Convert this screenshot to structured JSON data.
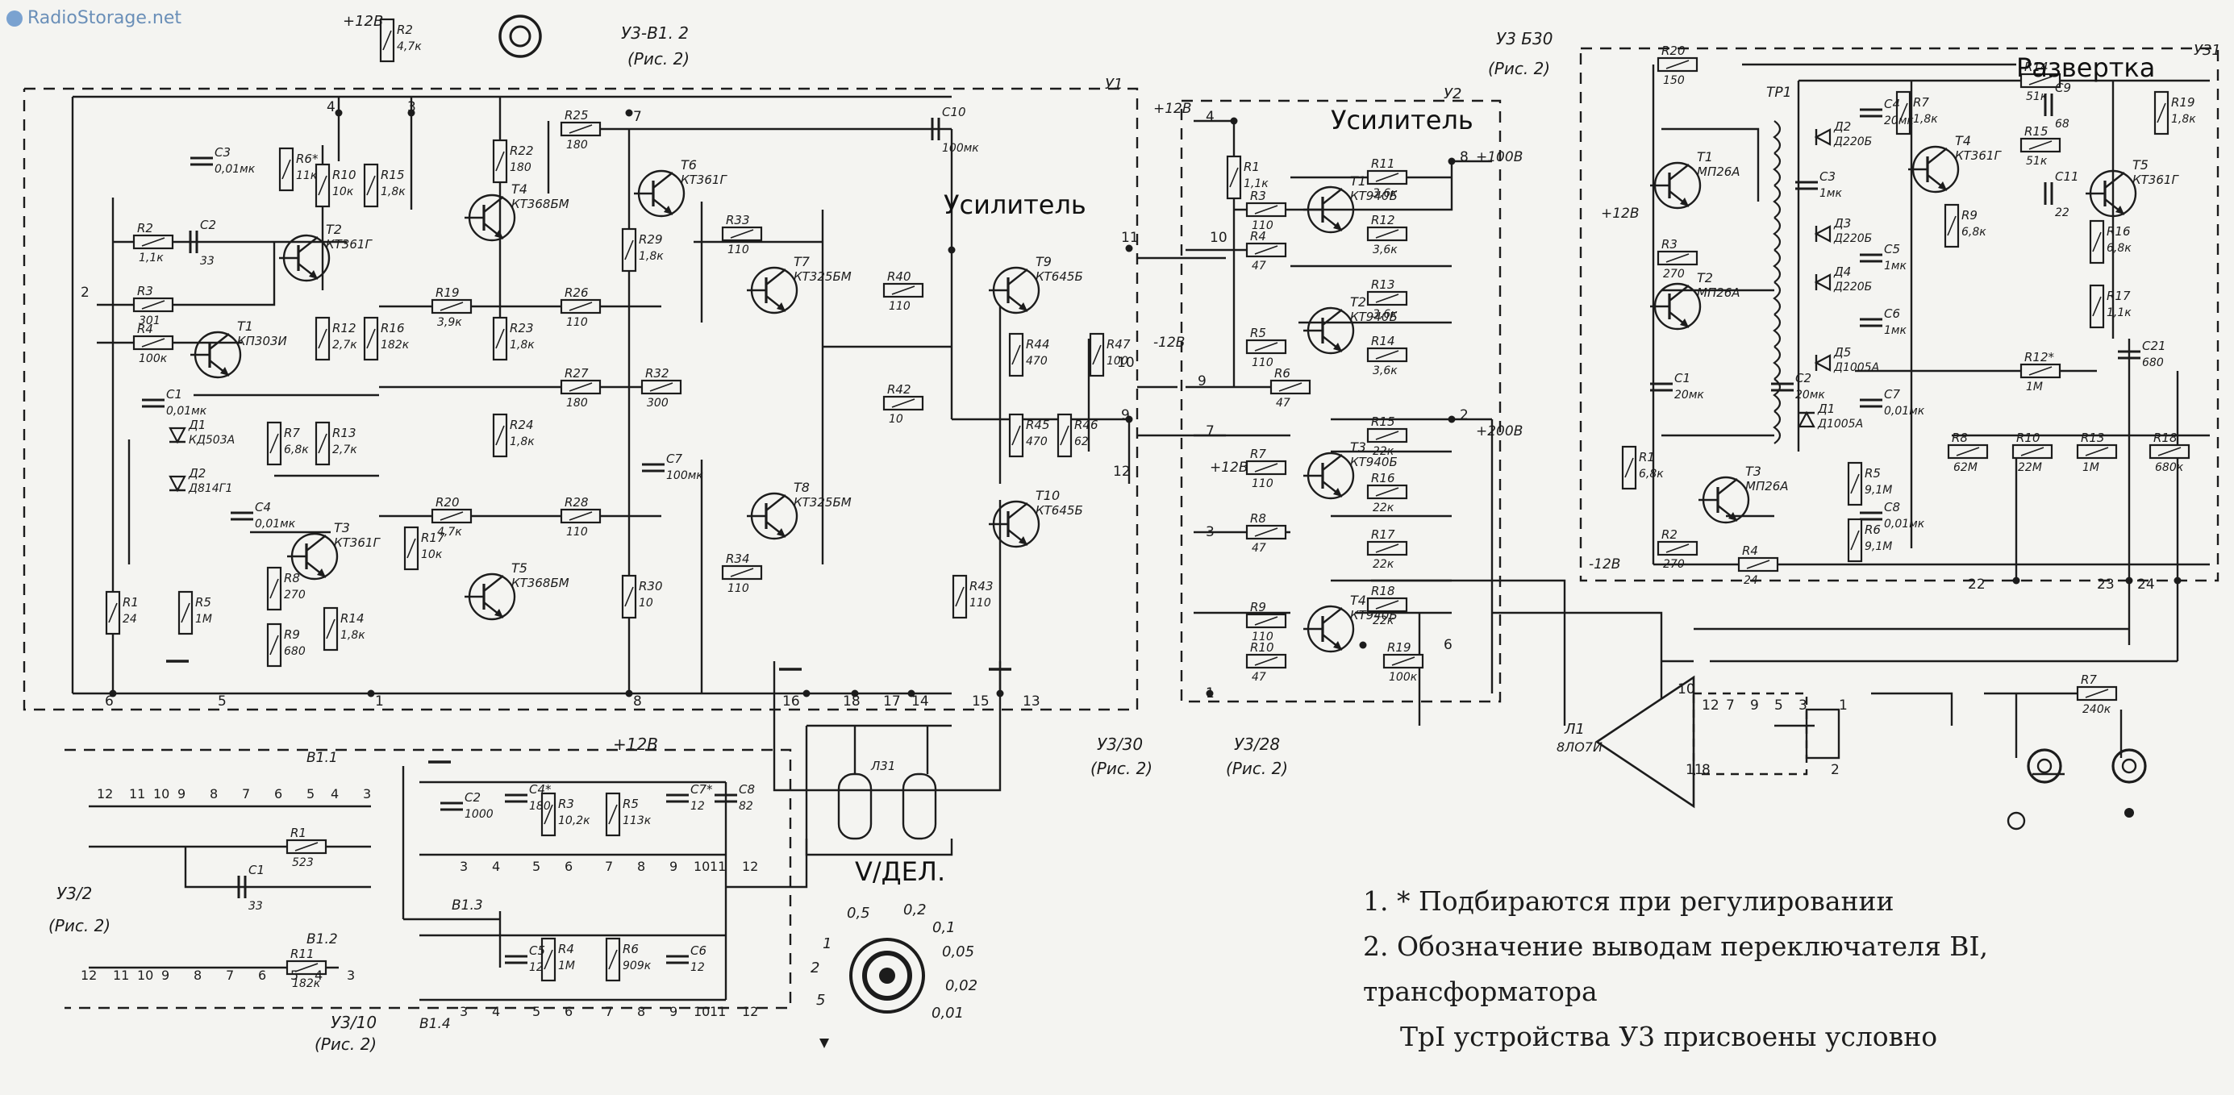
{
  "watermark": {
    "text": "RadioStorage.net",
    "icon": "logo-icon"
  },
  "headings": {
    "amplifier_left": "Усилитель",
    "amplifier_right": "Усилитель",
    "sweep": "Развертка",
    "vdel": "V/ДЕЛ."
  },
  "block_tags": {
    "u1": "У1",
    "u2": "У2",
    "u31": "У31"
  },
  "refs": {
    "top_left": "У3-В1. 2",
    "top_left_fig": "(Рис. 2)",
    "top_right": "У3 Б30",
    "top_right_fig": "(Рис. 2)",
    "u3_30": "У3/30",
    "u3_30_fig": "(Рис. 2)",
    "u3_28": "У3/28",
    "u3_28_fig": "(Рис. 2)",
    "u3_2": "У3/2",
    "u3_2_fig": "(Рис. 2)",
    "u3_10": "У3/10",
    "u3_10_fig": "(Рис. 2)"
  },
  "supplies": {
    "p12_top": "+12В",
    "p12_mid": "+12В",
    "p12_bottom": "+12В",
    "m12": "-12В",
    "p100": "+100В",
    "p200": "+200В",
    "u2_12": "+12В",
    "sw_m12": "-12В",
    "sw_p12": "+12В"
  },
  "components": {
    "R2_top": "R2",
    "R2_top_v": "4,7к",
    "R6": "R6*",
    "R6_v": "11к",
    "R10": "R10",
    "R10_v": "10к",
    "R15": "R15",
    "R15_v": "1,8к",
    "R22": "R22",
    "R22_v": "180",
    "R25": "R25",
    "R25_v": "180",
    "R26": "R26",
    "R26_v": "110",
    "R27": "R27",
    "R27_v": "180",
    "R28": "R28",
    "R28_v": "110",
    "R29": "R29",
    "R29_v": "1,8к",
    "R30": "R30",
    "R30_v": "10",
    "R32": "R32",
    "R32_v": "300",
    "R33": "R33",
    "R33_v": "110",
    "R34": "R34",
    "R34_v": "110",
    "R40": "R40",
    "R40_v": "110",
    "R42": "R42",
    "R42_v": "10",
    "R43": "R43",
    "R43_v": "110",
    "R44": "R44",
    "R44_v": "470",
    "R45": "R45",
    "R45_v": "470",
    "R46": "R46",
    "R46_v": "62",
    "R47": "R47",
    "R47_v": "100",
    "C3": "C3",
    "C3_v": "0,01мк",
    "C2": "C2",
    "C2_v": "33",
    "C1": "C1",
    "C1_v": "0,01мк",
    "C4": "C4",
    "C4_v": "0,01мк",
    "C10": "C10",
    "C10_v": "100мк",
    "C7": "C7",
    "C7_v": "100мк",
    "R2": "R2",
    "R2_v": "1,1к",
    "R3": "R3",
    "R3_v": "301",
    "R4": "R4",
    "R4_v": "100к",
    "R1": "R1",
    "R1_v": "24",
    "R5": "R5",
    "R5_v": "1М",
    "R9": "R9",
    "R9_v": "680",
    "R8": "R8",
    "R8_v": "270",
    "R7": "R7",
    "R7_v": "6,8к",
    "R13": "R13",
    "R13_v": "2,7к",
    "R12": "R12",
    "R12_v": "2,7к",
    "R16": "R16",
    "R16_v": "182к",
    "R17": "R17",
    "R17_v": "10к",
    "R19": "R19",
    "R19_v": "3,9к",
    "R20": "R20",
    "R20_v": "4,7к",
    "R14": "R14",
    "R14_v": "1,8к",
    "R23": "R23",
    "R23_v": "1,8к",
    "R24": "R24",
    "R24_v": "1,8к",
    "T1": "T1",
    "T1_t": "КП303И",
    "T2": "T2",
    "T2_t": "КТ361Г",
    "T3": "T3",
    "T3_t": "КТ361Г",
    "T4": "T4",
    "T4_t": "КТ368БМ",
    "T5": "T5",
    "T5_t": "КТ368БМ",
    "T6": "T6",
    "T6_t": "КТ361Г",
    "T7": "T7",
    "T7_t": "КТ325БМ",
    "T8": "T8",
    "T8_t": "КТ325БМ",
    "T9": "T9",
    "T9_t": "КТ645Б",
    "T10": "T10",
    "T10_t": "КТ645Б",
    "D1": "Д1",
    "D1_t": "КД503А",
    "D2": "Д2",
    "D2_t": "Д814Г1",
    "L1": "Л1",
    "L1_t": "8ЛО7И",
    "L31": "Л31"
  },
  "u2_parts": {
    "R1": "R1",
    "R1_v": "1,1к",
    "R3": "R3",
    "R3_v": "110",
    "R4": "R4",
    "R4_v": "47",
    "R5": "R5",
    "R5_v": "110",
    "R6": "R6",
    "R6_v": "47",
    "R7": "R7",
    "R7_v": "110",
    "R8": "R8",
    "R8_v": "47",
    "R9": "R9",
    "R9_v": "110",
    "R10": "R10",
    "R10_v": "47",
    "R11": "R11",
    "R11_v": "3,6к",
    "R12": "R12",
    "R12_v": "3,6к",
    "R13": "R13",
    "R13_v": "3,6к",
    "R14": "R14",
    "R14_v": "3,6к",
    "R15": "R15",
    "R15_v": "22к",
    "R16": "R16",
    "R16_v": "22к",
    "R17": "R17",
    "R17_v": "22к",
    "R18": "R18",
    "R18_v": "22к",
    "R19": "R19",
    "R19_v": "100к",
    "T1": "T1",
    "T1_t": "КТ940Б",
    "T2": "T2",
    "T2_t": "КТ940Б",
    "T3": "T3",
    "T3_t": "КТ940Б",
    "T4": "T4",
    "T4_t": "КТ940Б"
  },
  "sweep_parts": {
    "R20": "R20",
    "R20_v": "150",
    "Tp1": "ТР1",
    "T1": "T1",
    "T1_t": "МП26А",
    "T2": "T2",
    "T2_t": "МП26А",
    "T3": "T3",
    "T3_t": "МП26А",
    "T4": "T4",
    "T4_t": "КТ361Г",
    "T5": "T5",
    "T5_t": "КТ361Г",
    "D2": "Д2",
    "D2_t": "Д220Б",
    "D3": "Д3",
    "D3_t": "Д220Б",
    "D4": "Д4",
    "D4_t": "Д220Б",
    "D5": "Д5",
    "D5_t": "Д1005А",
    "D1": "Д1",
    "D1_t": "Д1005А",
    "C1": "C1",
    "C1_v": "20мк",
    "C2": "C2",
    "C2_v": "20мк",
    "C3": "C3",
    "C3_v": "1мк",
    "C4": "C4",
    "C4_v": "20мк",
    "C5": "C5",
    "C5_v": "1мк",
    "C6": "C6",
    "C6_v": "1мк",
    "C7": "C7",
    "C7_v": "0,01мк",
    "C8": "C8",
    "C8_v": "0,01мк",
    "C9": "C9",
    "C9_v": "68",
    "C11": "C11",
    "C11_v": "22",
    "C21": "C21",
    "C21_v": "680",
    "R1": "R1",
    "R1_v": "6,8к",
    "R2": "R2",
    "R2_v": "270",
    "R3": "R3",
    "R3_v": "270",
    "R4": "R4",
    "R4_v": "24",
    "R5": "R5",
    "R5_v": "9,1М",
    "R6": "R6",
    "R6_v": "9,1М",
    "R7": "R7",
    "R7_v": "1,8к",
    "R8": "R8",
    "R8_v": "62М",
    "R9": "R9",
    "R9_v": "6,8к",
    "R10": "R10",
    "R10_v": "22М",
    "R12": "R12*",
    "R12_v": "1М",
    "R13": "R13",
    "R13_v": "1М",
    "R14": "R14",
    "R14_v": "51к",
    "R15": "R15",
    "R15_v": "51к",
    "R16": "R16",
    "R16_v": "6,8к",
    "R17": "R17",
    "R17_v": "1,1к",
    "R18": "R18",
    "R18_v": "680к",
    "R19": "R19",
    "R19_v": "1,8к",
    "R7b": "R7",
    "R7b_v": "240к"
  },
  "switch_parts": {
    "B11": "В1.1",
    "B12": "В1.2",
    "B13": "В1.3",
    "B14": "В1.4",
    "R1": "R1",
    "R1_v": "523",
    "C1": "C1",
    "C1_v": "33",
    "C2": "C2",
    "C2_v": "1000",
    "C4": "C4*",
    "C4_v": "180",
    "R3": "R3",
    "R3_v": "10,2к",
    "R5": "R5",
    "R5_v": "113к",
    "C7": "C7*",
    "C7_v": "12",
    "C8": "C8",
    "C8_v": "82",
    "R11": "R11",
    "R11_v": "182к",
    "C5": "C5",
    "C5_v": "12",
    "R4": "R4",
    "R4_v": "1М",
    "R6": "R6",
    "R6_v": "909к",
    "C6": "C6",
    "C6_v": "12"
  },
  "dial": {
    "ticks": [
      "0,5",
      "0,2",
      "0,1",
      "0,05",
      "0,02",
      "0,01",
      "1",
      "2",
      "5"
    ]
  },
  "pins_top": [
    "12",
    "11",
    "10",
    "9",
    "8",
    "7",
    "6",
    "5",
    "4",
    "3"
  ],
  "pins_bottom": [
    "12",
    "11",
    "10",
    "9",
    "8",
    "7",
    "6",
    "5",
    "4",
    "3"
  ],
  "node_numbers": [
    "2",
    "3",
    "4",
    "5",
    "6",
    "7",
    "8",
    "9",
    "10",
    "11",
    "12",
    "13",
    "14",
    "15",
    "16",
    "17",
    "18",
    "22",
    "23",
    "24",
    "1"
  ],
  "notes": [
    "1. * Подбираются при регулировании",
    "2. Обозначение выводам переключателя BI, трансформатора",
    "ТрI устройства У3 присвоены условно"
  ]
}
